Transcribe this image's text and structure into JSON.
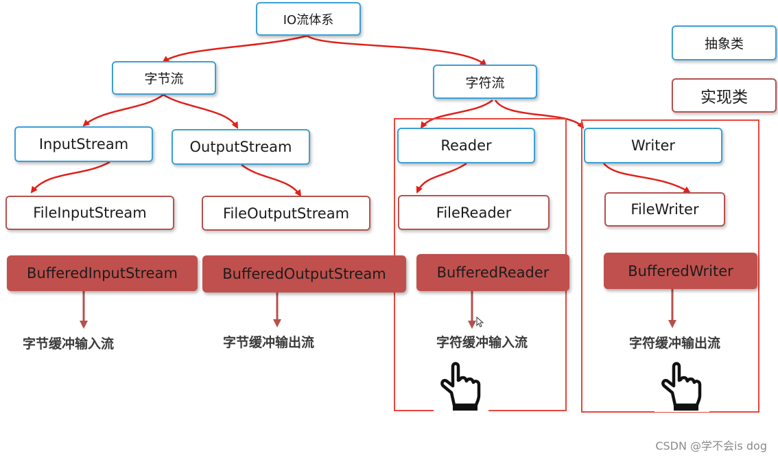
{
  "root": "IO流体系",
  "byte_stream": "字节流",
  "char_stream": "字符流",
  "legend": {
    "abstract": "抽象类",
    "impl": "实现类"
  },
  "byte": {
    "input": "InputStream",
    "output": "OutputStream",
    "file_input": "FileInputStream",
    "file_output": "FileOutputStream",
    "buffered_input": "BufferedInputStream",
    "buffered_output": "BufferedOutputStream",
    "buffered_input_caption": "字节缓冲输入流",
    "buffered_output_caption": "字节缓冲输出流"
  },
  "char": {
    "reader": "Reader",
    "writer": "Writer",
    "file_reader": "FileReader",
    "file_writer": "FileWriter",
    "buffered_reader": "BufferedReader",
    "buffered_writer": "BufferedWriter",
    "buffered_reader_caption": "字符缓冲输入流",
    "buffered_writer_caption": "字符缓冲输出流"
  },
  "watermark": "CSDN @学不会is dog",
  "colors": {
    "abstract_border": "#3a9fd6",
    "impl_border": "#b5514d",
    "buffered_fill": "#c0504d",
    "connector": "#e0201a",
    "frame": "#e8443a"
  }
}
